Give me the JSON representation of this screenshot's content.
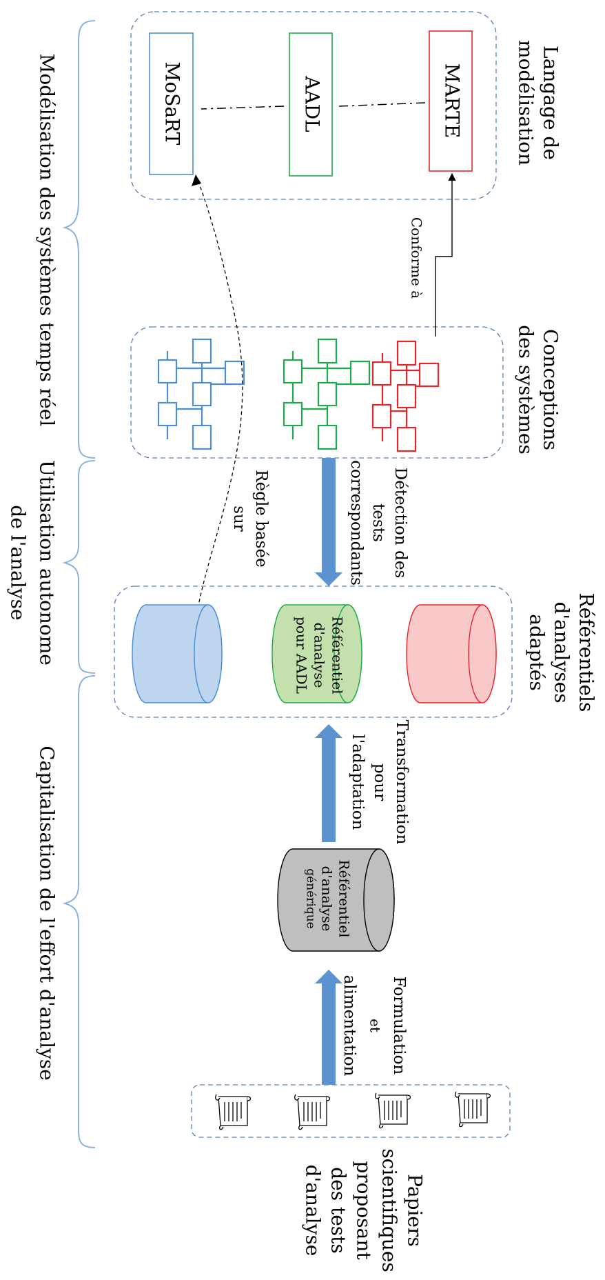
{
  "sections": {
    "modelisation": "Modélisation des systèmes temps réel",
    "utilisation_l1": "Utilisation autonome",
    "utilisation_l2": "de l'analyse",
    "capitalisation": "Capitalisation de l'effort d'analyse"
  },
  "languages": {
    "header_l1": "Langage de",
    "header_l2": "modélisation",
    "items": [
      "MARTE",
      "AADL",
      "MoSaRT"
    ]
  },
  "conceptions": {
    "l1": "Conceptions",
    "l2": "des systèmes"
  },
  "conforme": "Conforme à",
  "detection": {
    "l1": "Détection des",
    "l2": "tests",
    "l3": "correspondants"
  },
  "regle": {
    "l1": "Règle basée",
    "l2": "sur"
  },
  "referentiels": {
    "header_l1": "Référentiels",
    "header_l2": "d'analyses",
    "header_l3": "adaptés",
    "aadl_l1": "Référentiel",
    "aadl_l2": "d'analyse",
    "aadl_l3": "pour AADL"
  },
  "transformation": {
    "l1": "Transformation",
    "l2": "pour",
    "l3": "l'adaptation"
  },
  "generique": {
    "l1": "Référentiel",
    "l2": "d'analyse",
    "l3": "générique"
  },
  "formulation": {
    "l1": "Formulation",
    "l2": "et",
    "l3": "alimentation"
  },
  "papiers": {
    "l1": "Papiers",
    "l2": "scientifiques",
    "l3": "proposant",
    "l4": "des tests",
    "l5": "d'analyse"
  },
  "colors": {
    "marte": "#e8262a",
    "aadl": "#1faa4b",
    "mosart": "#4a8fd4",
    "arrow": "#5b93cf",
    "brace": "#8ab4e0",
    "group": "#5b7fb5"
  }
}
